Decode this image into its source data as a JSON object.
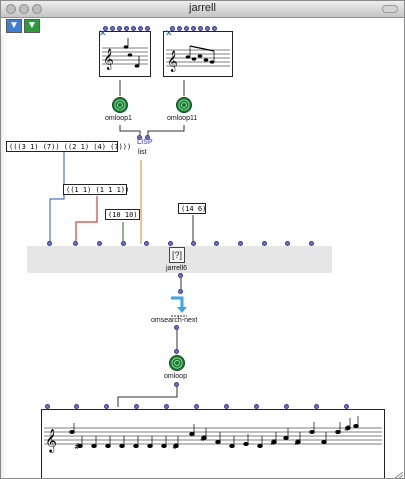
{
  "window": {
    "title": "jarrell"
  },
  "toolbar": {
    "up_icon": "arrow-down-blue-icon",
    "down_icon": "arrow-down-green-icon"
  },
  "patch": {
    "list_box_1": "(((3 1) (7)) ((2 1) (4) (7)))",
    "list_box_2": "((1 1) (1 1 1))",
    "list_box_3": "(10 10)",
    "list_box_4": "(14 6)",
    "lisp_label": "LISP",
    "list_label": "list",
    "omloop1_label": "omloop1",
    "omloop11_label": "omloop11",
    "jarrell_label": "jarrell6",
    "omsearch_label": "omsearch-next",
    "omloop_label": "omloop"
  },
  "colors": {
    "wire_default": "#333333",
    "wire_blue": "#4a78c4",
    "wire_red": "#c8473a",
    "wire_green": "#3a8a3a",
    "wire_orange": "#e59a4a",
    "inlet": "#6f6fcf"
  }
}
